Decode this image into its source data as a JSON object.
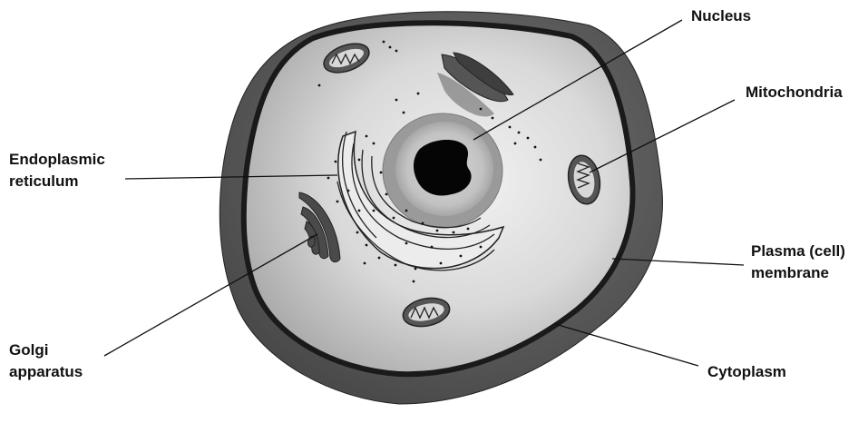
{
  "labels": {
    "nucleus": "Nucleus",
    "mitochondria": "Mitochondria",
    "er_line1": "Endoplasmic",
    "er_line2": "reticulum",
    "plasma_line1": "Plasma (cell)",
    "plasma_line2": "membrane",
    "golgi_line1": "Golgi",
    "golgi_line2": "apparatus",
    "cytoplasm": "Cytoplasm"
  },
  "colors": {
    "outer_shell": "#5e5e5e",
    "cytoplasm_fill": "#d6d6d6",
    "membrane_line": "#1a1a1a",
    "nucleus_envelope": "#9c9c9c",
    "nucleoplasm": "#c4c4c4",
    "nucleolus": "#050505",
    "organelle_dark": "#4a4a4a",
    "er_fill": "#ededed",
    "leader_line": "#111111"
  }
}
